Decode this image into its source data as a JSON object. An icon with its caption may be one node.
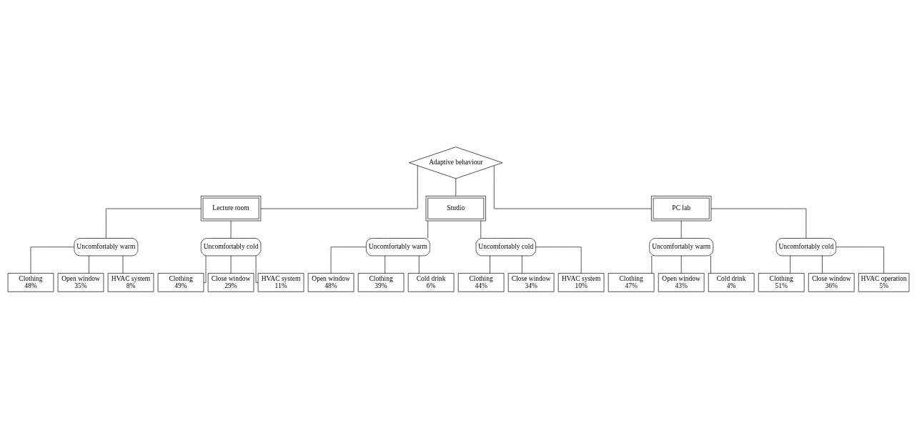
{
  "diagram": {
    "nodes": [
      {
        "text": [
          "Adaptive behaviour"
        ]
      },
      {
        "text": [
          "Lecture room"
        ]
      },
      {
        "text": [
          "Studio"
        ]
      },
      {
        "text": [
          "PC lab"
        ]
      },
      {
        "text": [
          "Uncomfortably warm"
        ]
      },
      {
        "text": [
          "Uncomfortably cold"
        ]
      },
      {
        "text": [
          "Uncomfortably warm"
        ]
      },
      {
        "text": [
          "Uncomfortably cold"
        ]
      },
      {
        "text": [
          "Uncomfortably warm"
        ]
      },
      {
        "text": [
          "Uncomfortably cold"
        ]
      },
      {
        "text": [
          "Clothing",
          "48%"
        ]
      },
      {
        "text": [
          "Open window",
          "35%"
        ]
      },
      {
        "text": [
          "HVAC system",
          "8%"
        ]
      },
      {
        "text": [
          "Clothing",
          "49%"
        ]
      },
      {
        "text": [
          "Close window",
          "29%"
        ]
      },
      {
        "text": [
          "HVAC system",
          "11%"
        ]
      },
      {
        "text": [
          "Open window",
          "48%"
        ]
      },
      {
        "text": [
          "Clothing",
          "39%"
        ]
      },
      {
        "text": [
          "Cold drink",
          "6%"
        ]
      },
      {
        "text": [
          "Clothing",
          "44%"
        ]
      },
      {
        "text": [
          "Close window",
          "34%"
        ]
      },
      {
        "text": [
          "HVAC system",
          "10%"
        ]
      },
      {
        "text": [
          "Clothing",
          "47%"
        ]
      },
      {
        "text": [
          "Open window",
          "43%"
        ]
      },
      {
        "text": [
          "Cold drink",
          "4%"
        ]
      },
      {
        "text": [
          "Clothing",
          "51%"
        ]
      },
      {
        "text": [
          "Close window",
          "36%"
        ]
      },
      {
        "text": [
          "HVAC operation",
          "5%"
        ]
      }
    ],
    "edges": [
      {
        "from": 0,
        "to": 1,
        "arrow": "none"
      },
      {
        "from": 0,
        "to": 2,
        "arrow": "none"
      },
      {
        "from": 0,
        "to": 3,
        "arrow": "none"
      },
      {
        "from": 1,
        "to": 4,
        "arrow": "none"
      },
      {
        "from": 1,
        "to": 5,
        "arrow": "none"
      },
      {
        "from": 2,
        "to": 6,
        "arrow": "none"
      },
      {
        "from": 2,
        "to": 7,
        "arrow": "none"
      },
      {
        "from": 3,
        "to": 8,
        "arrow": "none"
      },
      {
        "from": 3,
        "to": 9,
        "arrow": "none"
      },
      {
        "from": 4,
        "to": 10,
        "arrow": "none"
      },
      {
        "from": 4,
        "to": 11,
        "arrow": "none"
      },
      {
        "from": 4,
        "to": 12,
        "arrow": "none"
      },
      {
        "from": 5,
        "to": 13,
        "arrow": "none"
      },
      {
        "from": 5,
        "to": 14,
        "arrow": "none"
      },
      {
        "from": 5,
        "to": 15,
        "arrow": "none"
      },
      {
        "from": 6,
        "to": 16,
        "arrow": "none"
      },
      {
        "from": 6,
        "to": 17,
        "arrow": "none"
      },
      {
        "from": 6,
        "to": 18,
        "arrow": "none"
      },
      {
        "from": 7,
        "to": 19,
        "arrow": "none"
      },
      {
        "from": 7,
        "to": 20,
        "arrow": "none"
      },
      {
        "from": 7,
        "to": 21,
        "arrow": "none"
      },
      {
        "from": 8,
        "to": 22,
        "arrow": "none"
      },
      {
        "from": 8,
        "to": 23,
        "arrow": "none"
      },
      {
        "from": 8,
        "to": 24,
        "arrow": "none"
      },
      {
        "from": 9,
        "to": 25,
        "arrow": "none"
      },
      {
        "from": 9,
        "to": 26,
        "arrow": "none"
      },
      {
        "from": 9,
        "to": 27,
        "arrow": "none"
      }
    ]
  }
}
